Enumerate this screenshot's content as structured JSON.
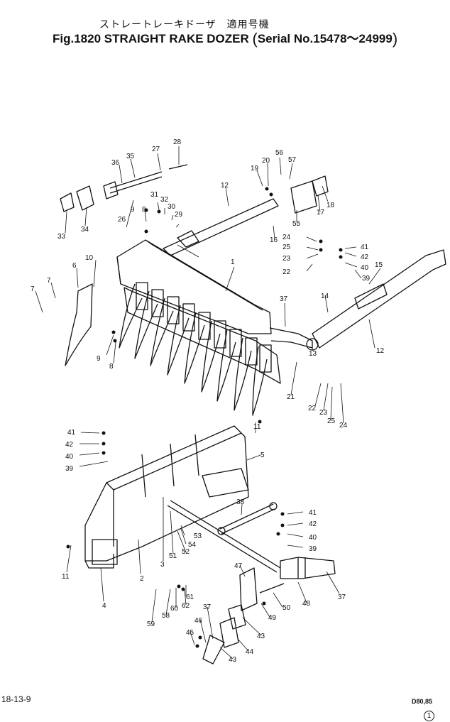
{
  "header": {
    "japanese_title": "ストレートレーキドーザ",
    "japanese_serial": "適用号機",
    "figure_no": "Fig.1820",
    "title": "STRAIGHT RAKE DOZER",
    "serial_label": "Serial No.",
    "serial_range": "15478～24999"
  },
  "footer": {
    "page_code": "18-13-9",
    "model": "D80,85",
    "revision": "1"
  },
  "callouts": [
    "1",
    "2",
    "3",
    "4",
    "5",
    "6",
    "7",
    "8",
    "9",
    "10",
    "11",
    "12",
    "13",
    "14",
    "15",
    "16",
    "17",
    "18",
    "19",
    "20",
    "21",
    "22",
    "23",
    "24",
    "25",
    "26",
    "27",
    "28",
    "29",
    "30",
    "31",
    "32",
    "33",
    "34",
    "35",
    "36",
    "37",
    "38",
    "39",
    "40",
    "41",
    "42",
    "43",
    "44",
    "45",
    "46",
    "47",
    "48",
    "49",
    "50",
    "51",
    "52",
    "53",
    "54",
    "55",
    "56",
    "57",
    "58",
    "59",
    "60",
    "61",
    "62"
  ]
}
